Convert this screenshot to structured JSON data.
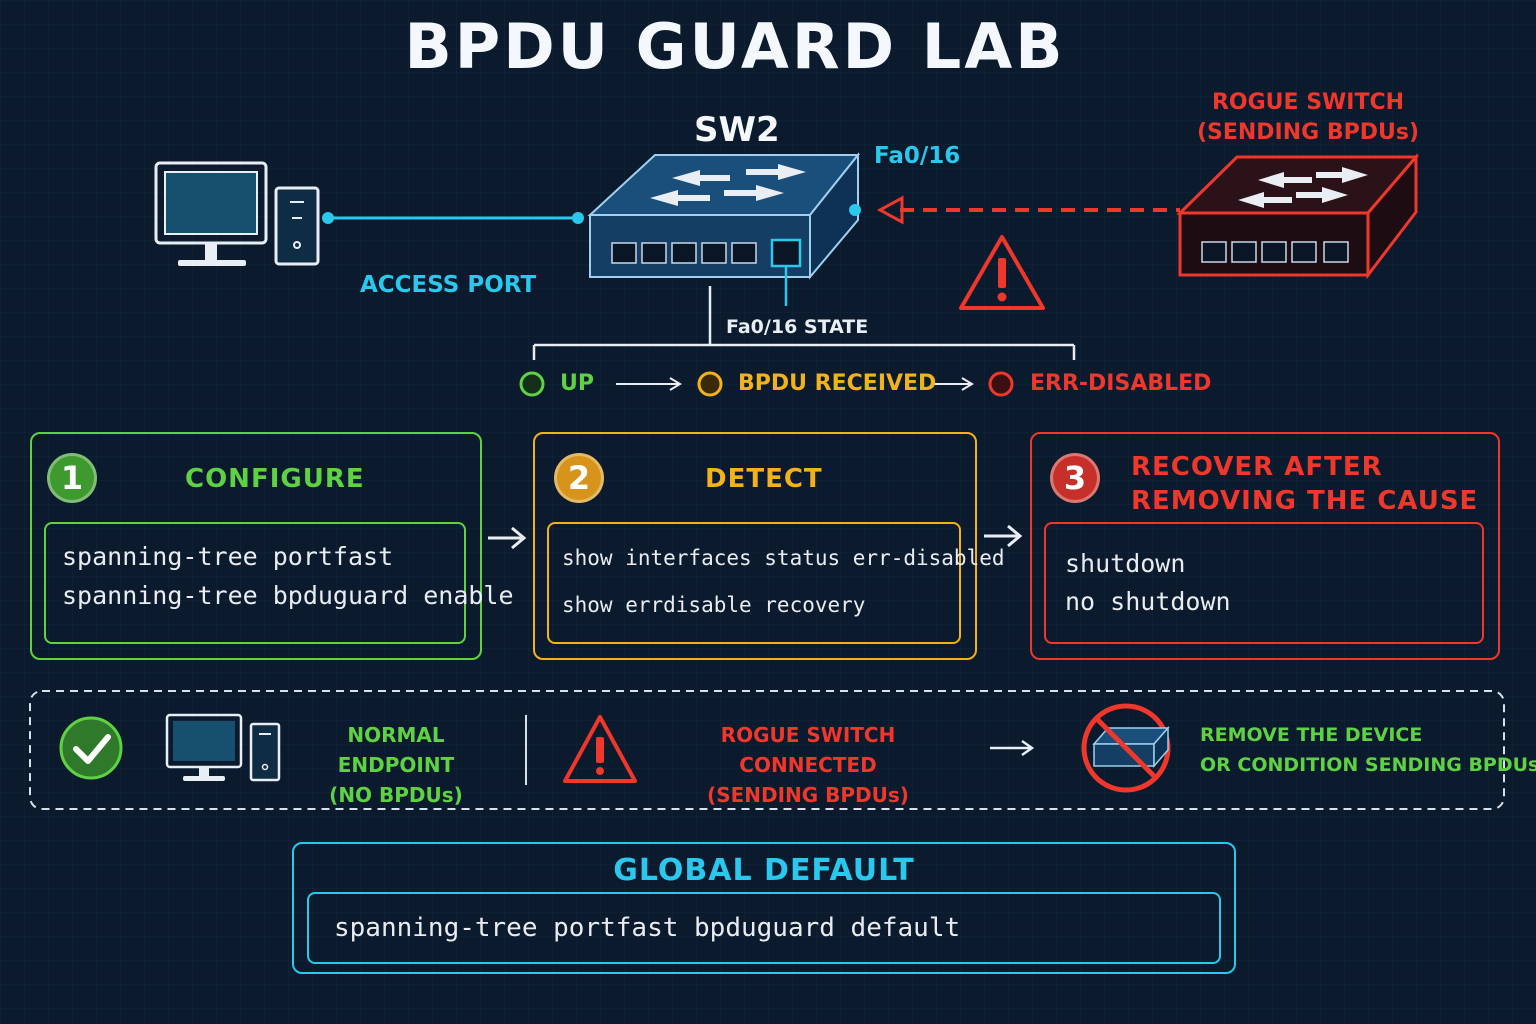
{
  "title": "BPDU GUARD LAB",
  "switch_label": "SW2",
  "port_label": "Fa0/16",
  "rogue": {
    "line1": "ROGUE SWITCH",
    "line2": "(SENDING BPDUs)"
  },
  "access_port_label": "ACCESS PORT",
  "state": {
    "label": "Fa0/16 STATE",
    "steps": [
      {
        "label": "UP",
        "color": "#5fd244"
      },
      {
        "label": "BPDU RECEIVED",
        "color": "#f2b21c"
      },
      {
        "label": "ERR-DISABLED",
        "color": "#f0372c"
      }
    ]
  },
  "panels": [
    {
      "number": "1",
      "title": "CONFIGURE",
      "color": "#5fd244",
      "commands": [
        "spanning-tree portfast",
        "spanning-tree bpduguard enable"
      ]
    },
    {
      "number": "2",
      "title": "DETECT",
      "color": "#f2b21c",
      "commands": [
        "show interfaces status err-disabled",
        "show errdisable recovery"
      ]
    },
    {
      "number": "3",
      "title_line1": "RECOVER AFTER",
      "title_line2": "REMOVING THE CAUSE",
      "color": "#f0372c",
      "commands": [
        "shutdown",
        "no shutdown"
      ]
    }
  ],
  "legend": {
    "normal": {
      "line1": "NORMAL ENDPOINT",
      "line2": "(NO BPDUs)"
    },
    "rogue": {
      "line1": "ROGUE SWITCH CONNECTED",
      "line2": "(SENDING BPDUs)"
    },
    "remove": {
      "line1": "REMOVE THE DEVICE",
      "line2": "OR CONDITION SENDING BPDUs"
    }
  },
  "global": {
    "title": "GLOBAL DEFAULT",
    "command": "spanning-tree portfast bpduguard default"
  },
  "colors": {
    "cyan": "#29c8ec",
    "green": "#5fd244",
    "amber": "#f2b21c",
    "red": "#f0372c",
    "background": "#0b1a2c"
  }
}
